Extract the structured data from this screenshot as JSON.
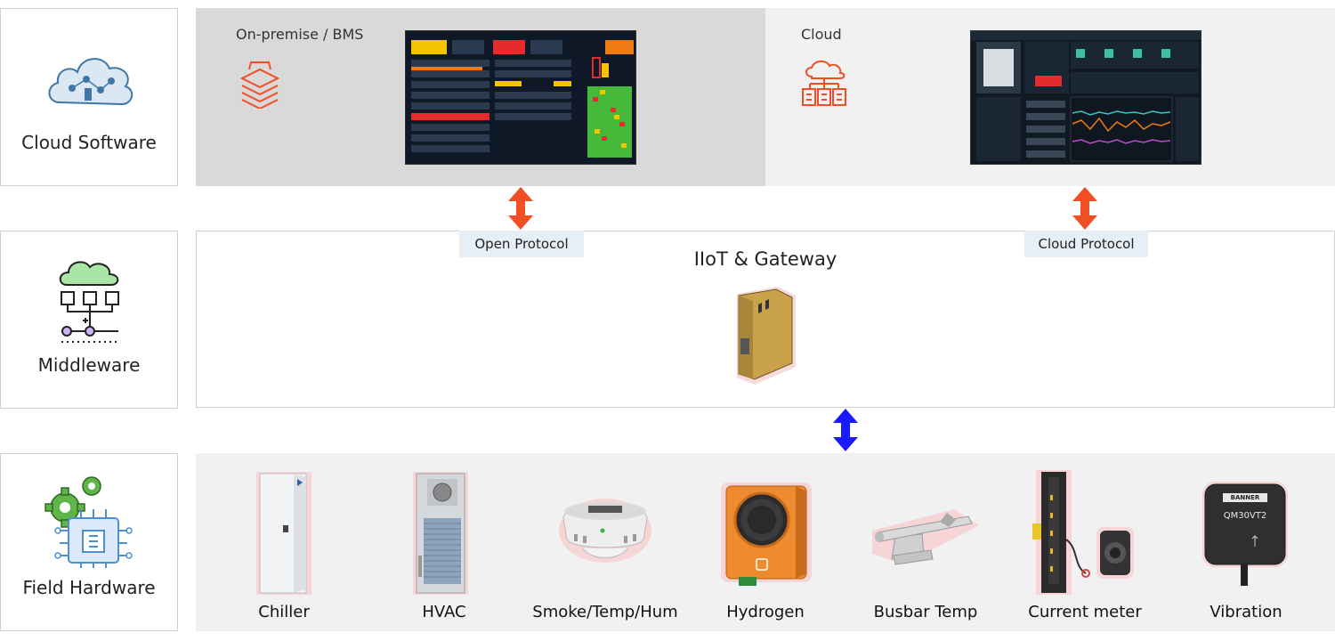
{
  "layers": {
    "cloud_software": "Cloud Software",
    "middleware": "Middleware",
    "field_hardware": "Field Hardware"
  },
  "cloud": {
    "bms_title": "On-premise / BMS",
    "cloud_title": "Cloud"
  },
  "middle": {
    "open_protocol": "Open Protocol",
    "cloud_protocol": "Cloud Protocol",
    "gateway_title": "IIoT & Gateway"
  },
  "devices": [
    {
      "label": "Chiller"
    },
    {
      "label": "HVAC"
    },
    {
      "label": "Smoke/Temp/Hum"
    },
    {
      "label": "Hydrogen"
    },
    {
      "label": "Busbar Temp"
    },
    {
      "label": "Current meter"
    },
    {
      "label": "Vibration"
    }
  ],
  "device_text": {
    "vibration_brand": "BANNER",
    "vibration_model": "QM30VT2"
  },
  "colors": {
    "accent_orange": "#f04e23",
    "arrow_blue": "#1a1aff",
    "panel_gray": "#d9d9d9",
    "panel_light": "#f1f1f1"
  }
}
